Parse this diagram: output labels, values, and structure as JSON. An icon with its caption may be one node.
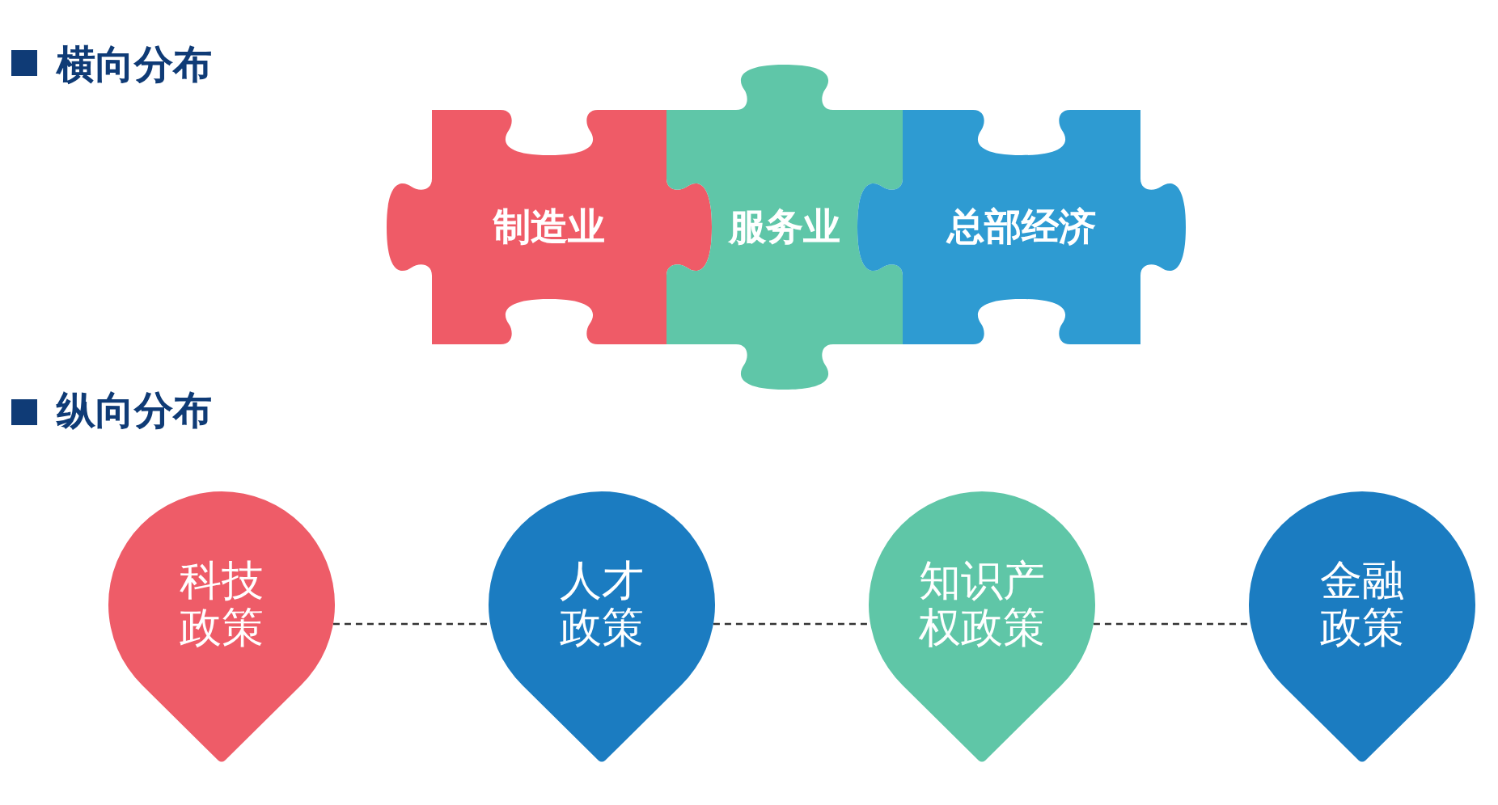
{
  "diagram": {
    "nodes": [
      {
        "text": [
          "制造业"
        ]
      },
      {
        "text": [
          "服务业"
        ]
      },
      {
        "text": [
          "总部经济"
        ]
      },
      {
        "text": [
          "科技政策"
        ]
      },
      {
        "text": [
          "人才政策"
        ]
      },
      {
        "text": [
          "知识产权政策"
        ]
      },
      {
        "text": [
          "金融政策"
        ]
      }
    ],
    "edges": [
      {
        "from": 3,
        "to": 4,
        "arrow": "none",
        "style": "dashed"
      },
      {
        "from": 4,
        "to": 5,
        "arrow": "none",
        "style": "dashed"
      },
      {
        "from": 5,
        "to": 6,
        "arrow": "none",
        "style": "dashed"
      }
    ],
    "labels": [
      "横向分布",
      "纵向分布"
    ]
  }
}
